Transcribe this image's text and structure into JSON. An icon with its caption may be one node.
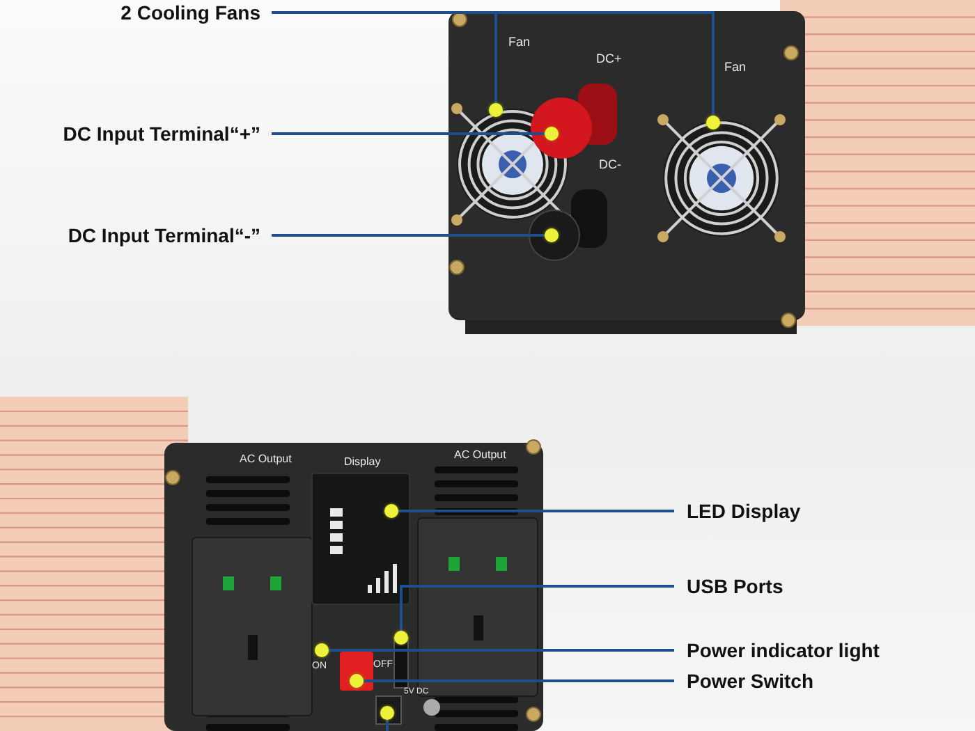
{
  "diagram": {
    "nodes": [
      {
        "text": [
          "2 Cooling Fans"
        ]
      },
      {
        "text": [
          "DC Input Terminal“+”"
        ]
      },
      {
        "text": [
          "DC Input Terminal“-”"
        ]
      },
      {
        "text": [
          "LED Display"
        ]
      },
      {
        "text": [
          "USB Ports"
        ]
      },
      {
        "text": [
          "Power indicator light"
        ]
      },
      {
        "text": [
          "Power Switch"
        ]
      },
      {
        "text": [],
        "shape": "circle"
      },
      {
        "text": [],
        "shape": "circle"
      },
      {
        "text": [],
        "shape": "circle"
      },
      {
        "text": [],
        "shape": "circle"
      },
      {
        "text": [],
        "shape": "circle"
      },
      {
        "text": [],
        "shape": "circle"
      },
      {
        "text": [],
        "shape": "circle"
      },
      {
        "text": [],
        "shape": "circle"
      },
      {
        "text": [],
        "shape": "circle"
      }
    ],
    "edges": [
      {
        "from": 0,
        "to": 7,
        "arrow": "none"
      },
      {
        "from": 0,
        "to": 8,
        "arrow": "none"
      },
      {
        "from": 1,
        "to": 9,
        "arrow": "none"
      },
      {
        "from": 2,
        "to": 10,
        "arrow": "none"
      },
      {
        "from": 3,
        "to": 11,
        "arrow": "none"
      },
      {
        "from": 4,
        "to": 12,
        "arrow": "none"
      },
      {
        "from": 5,
        "to": 13,
        "arrow": "none"
      },
      {
        "from": 6,
        "to": 14,
        "arrow": "none"
      },
      {
        "from": null,
        "to": 15,
        "arrow": "none"
      }
    ],
    "labels": [
      "Fan",
      "DC+",
      "Fan",
      "DC-",
      "AC Output",
      "Display",
      "AC Output",
      "ON",
      "OFF",
      "5V DC"
    ]
  }
}
